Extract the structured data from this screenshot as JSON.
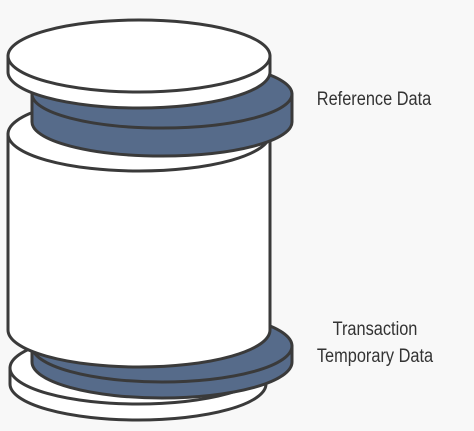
{
  "diagram": {
    "labels": {
      "reference": "Reference Data",
      "transaction_line1": "Transaction",
      "transaction_line2": "Temporary Data"
    },
    "colors": {
      "background": "#f8f8f8",
      "disc_fill": "#ffffff",
      "outline": "#3a3a3a",
      "band_fill": "#566b8a",
      "text": "#333333"
    }
  }
}
